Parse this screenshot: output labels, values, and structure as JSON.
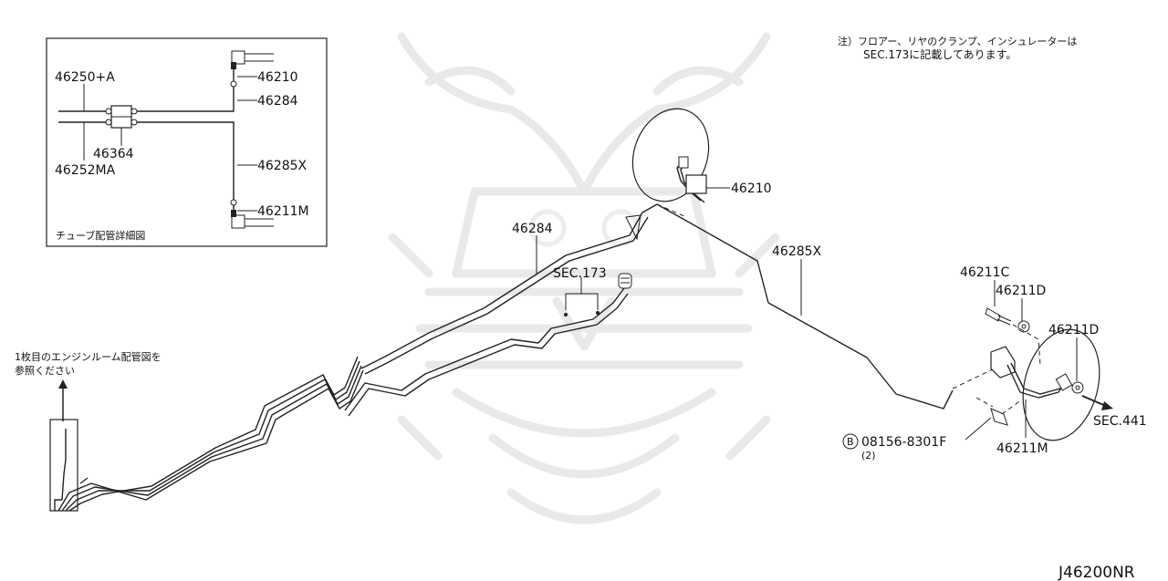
{
  "inset": {
    "caption": "チューブ配管詳細図",
    "labels": {
      "l46250A": "46250+A",
      "l46364": "46364",
      "l46252MA": "46252MA",
      "l46210": "46210",
      "l46284": "46284",
      "l46285X": "46285X",
      "l46211M": "46211M"
    }
  },
  "note": {
    "line1": "注）フロアー、リヤのクランプ、インシュレーターは",
    "line2": "SEC.173に記載してあります。"
  },
  "labels": {
    "p46210": "46210",
    "p46284": "46284",
    "p46285X": "46285X",
    "sec173": "SEC.173",
    "p46211C": "46211C",
    "p46211D_a": "46211D",
    "p46211D_b": "46211D",
    "sec441": "SEC.441",
    "bolt_part": "08156-8301F",
    "bolt_qty": "(2)",
    "bolt_marker": "B",
    "p46211M": "46211M",
    "ref_line1": "1枚目のエンジンルーム配管図を",
    "ref_line2": "参照ください",
    "diagram_code": "J46200NR"
  },
  "colors": {
    "line": "#222222",
    "watermark": "#e9e9e9"
  }
}
